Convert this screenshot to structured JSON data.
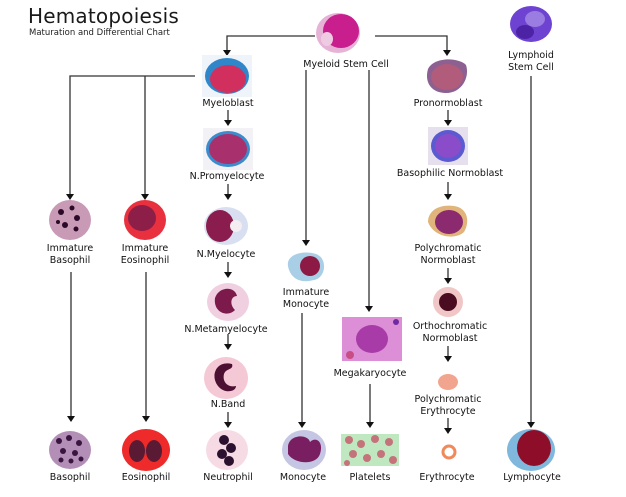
{
  "header": {
    "title": "Hematopoiesis",
    "subtitle": "Maturation and Differential Chart"
  },
  "nodes": {
    "myeloid_stem_cell": "Myeloid Stem Cell",
    "lymphoid_stem_cell_1": "Lymphoid",
    "lymphoid_stem_cell_2": "Stem Cell",
    "myeloblast": "Myeloblast",
    "n_promyelocyte": "N.Promyelocyte",
    "n_myelocyte": "N.Myelocyte",
    "n_metamyelocyte": "N.Metamyelocyte",
    "n_band": "N.Band",
    "immature_basophil_1": "Immature",
    "immature_basophil_2": "Basophil",
    "immature_eosinophil_1": "Immature",
    "immature_eosinophil_2": "Eosinophil",
    "immature_monocyte_1": "Immature",
    "immature_monocyte_2": "Monocyte",
    "megakaryocyte": "Megakaryocyte",
    "pronormoblast": "Pronormoblast",
    "basophilic_normoblast": "Basophilic Normoblast",
    "polychromatic_normoblast_1": "Polychromatic",
    "polychromatic_normoblast_2": "Normoblast",
    "orthochromatic_normoblast_1": "Orthochromatic",
    "orthochromatic_normoblast_2": "Normoblast",
    "polychromatic_erythrocyte_1": "Polychromatic",
    "polychromatic_erythrocyte_2": "Erythrocyte"
  },
  "mature_cells": {
    "basophil": "Basophil",
    "eosinophil": "Eosinophil",
    "neutrophil": "Neutrophil",
    "monocyte": "Monocyte",
    "platelets": "Platelets",
    "erythrocyte": "Erythrocyte",
    "lymphocyte": "Lymphocyte"
  },
  "colors": {
    "line": "#555555",
    "arrow": "#111111",
    "stain_magenta": "#c3208a",
    "stain_purple": "#6a3fc8",
    "stain_blue": "#3f8fd0",
    "stain_red": "#e0202a"
  }
}
